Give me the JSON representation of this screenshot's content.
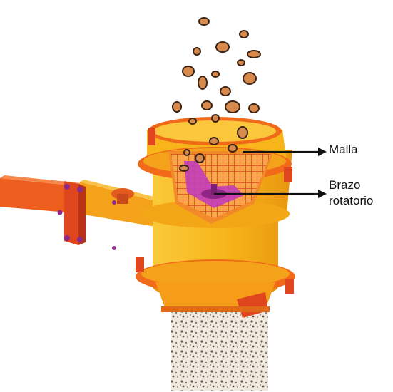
{
  "labels": {
    "malla": "Malla",
    "brazo_line1": "Brazo",
    "brazo_line2": "rotatorio"
  },
  "colors": {
    "body_yellow": "#f6b419",
    "body_shadow": "#e48b12",
    "flange_orange": "#f06a1a",
    "pipe_orange": "#ee5f1f",
    "bolt_purple": "#8b2a8a",
    "arm_magenta": "#c23fb6",
    "mesh_grid": "#d9461e",
    "particle_fill": "#d88a4d",
    "particle_edge": "#3b2415",
    "pointer_line": "#111111"
  }
}
